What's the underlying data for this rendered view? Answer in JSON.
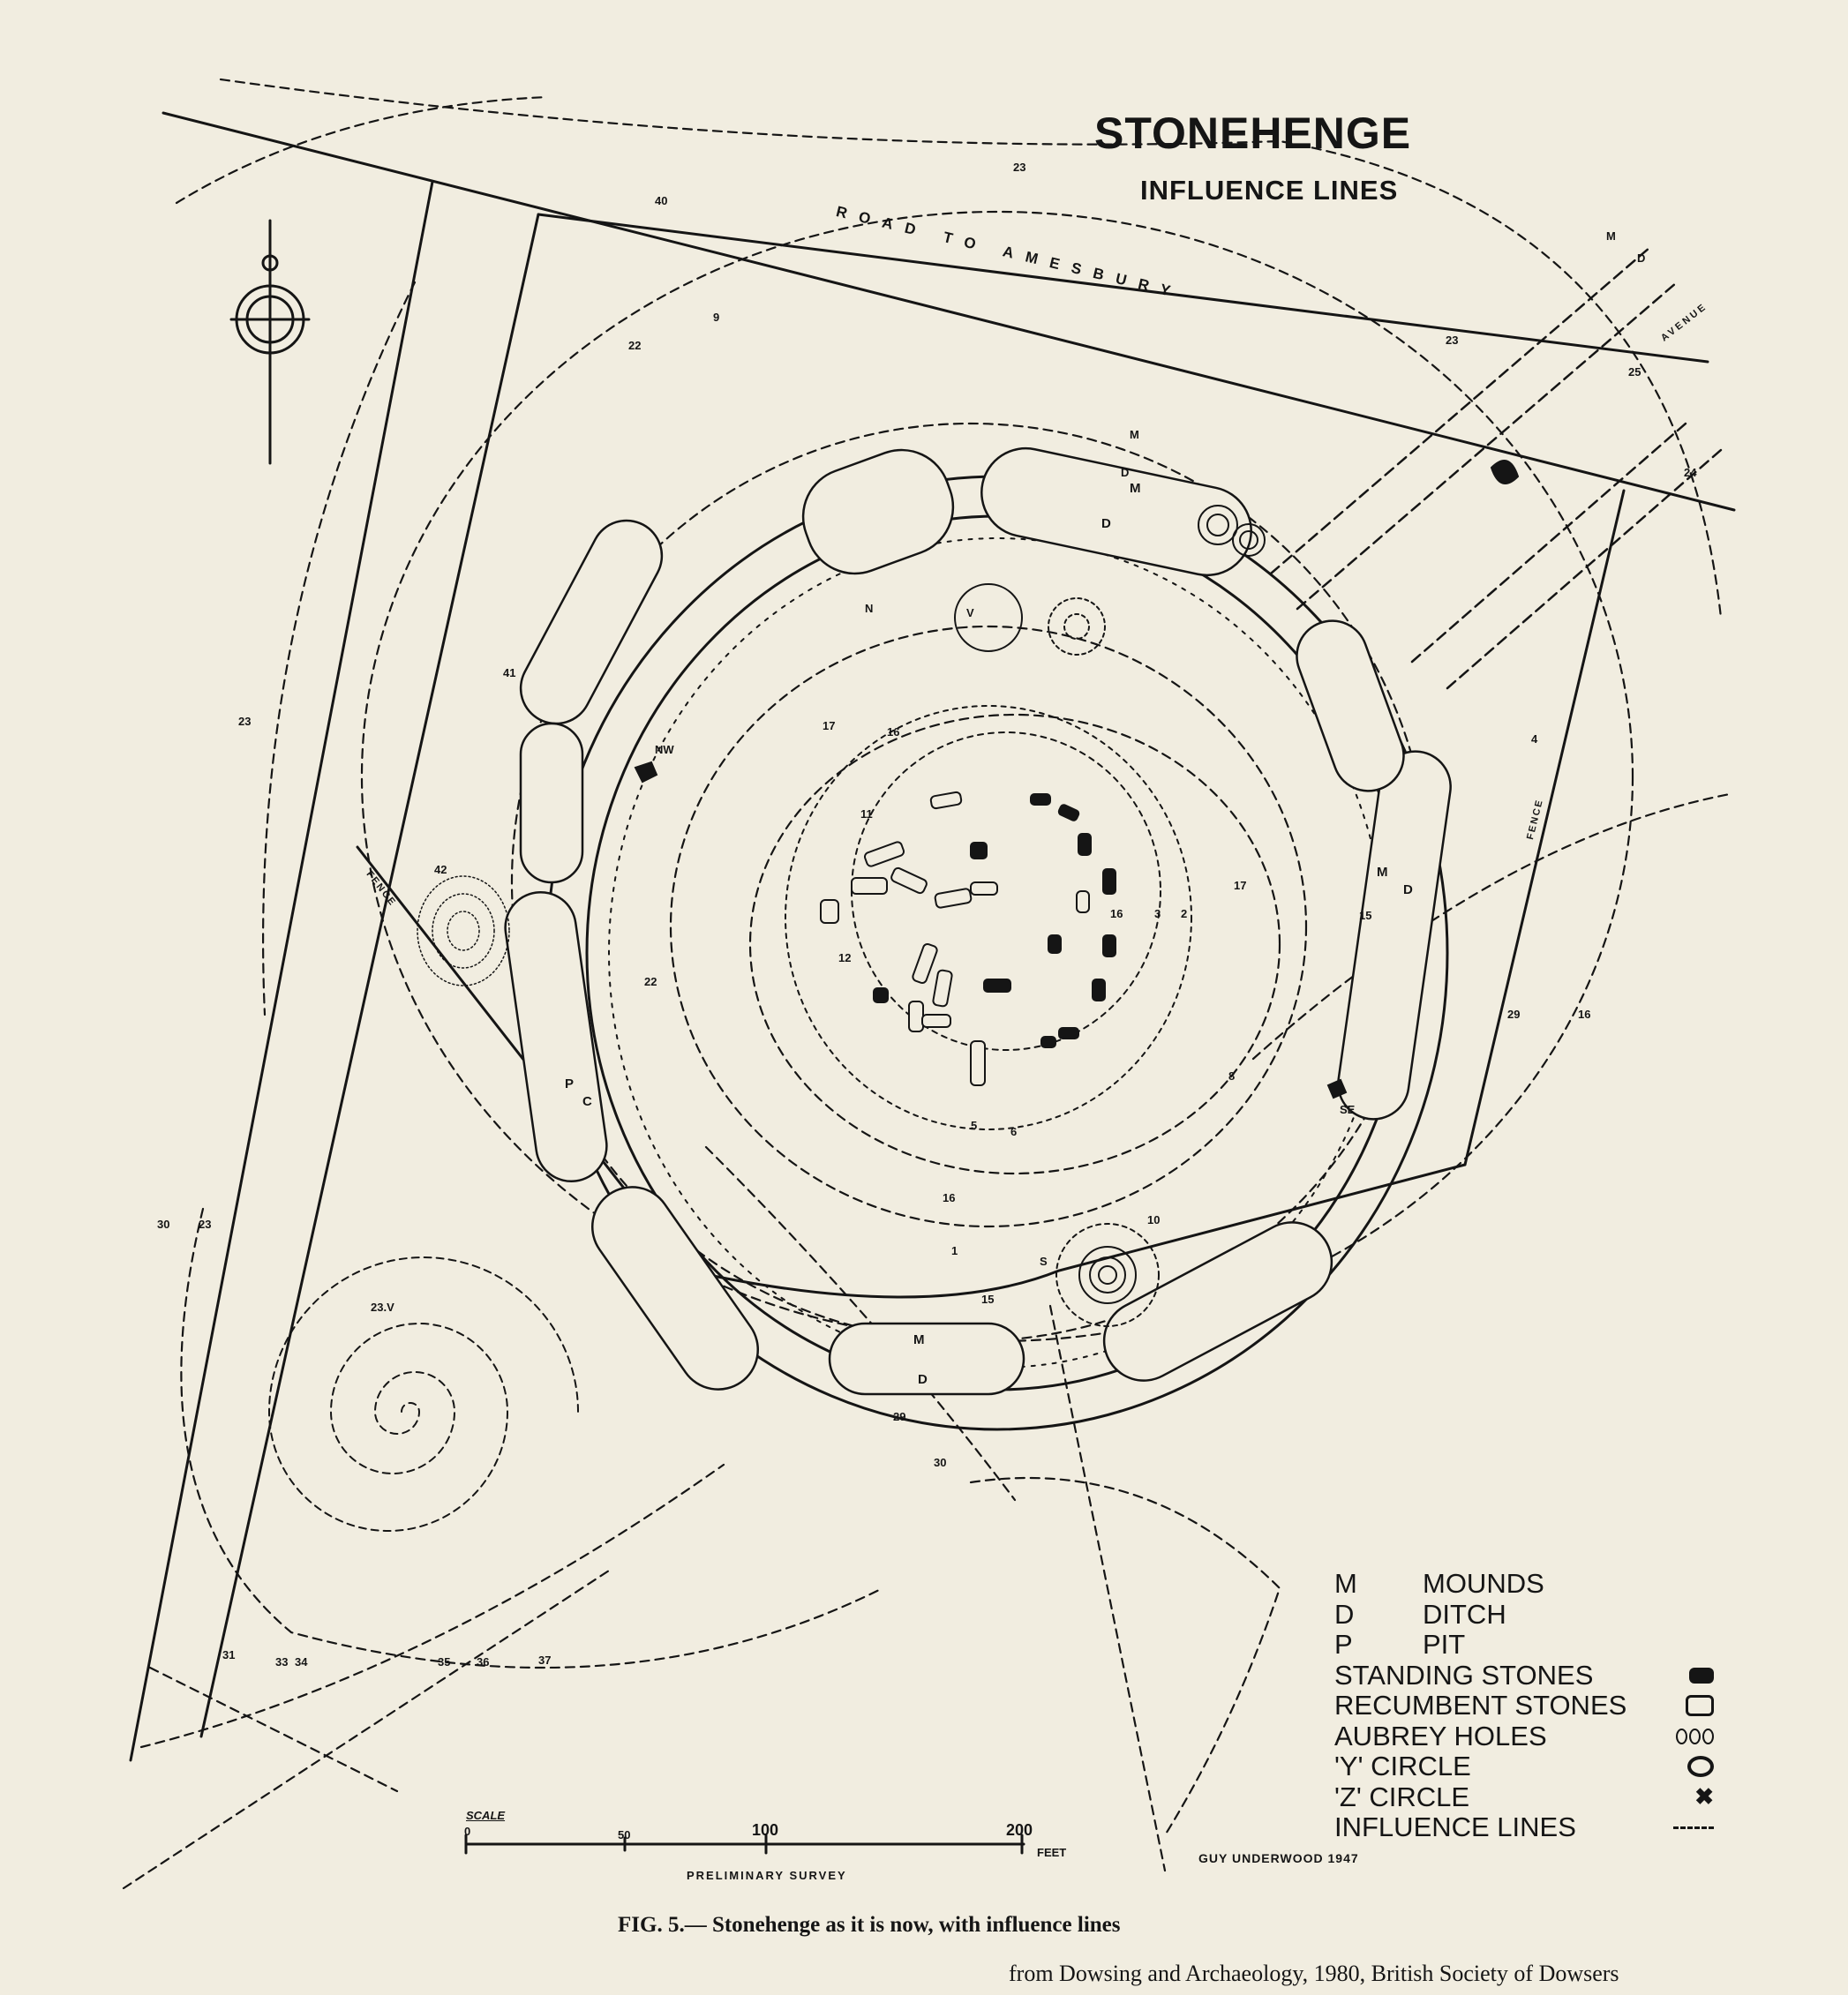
{
  "title": "STONEHENGE",
  "subtitle": "INFLUENCE LINES",
  "road_label": "ROAD TO AMESBURY",
  "avenue_label": "AVENUE",
  "fence_label": "FENCE",
  "compass": {
    "icon": "north-arrow-icon"
  },
  "legend": [
    {
      "code": "M",
      "label": "MOUNDS",
      "symbol": ""
    },
    {
      "code": "D",
      "label": "DITCH",
      "symbol": ""
    },
    {
      "code": "P",
      "label": "PIT",
      "symbol": ""
    },
    {
      "code": "",
      "label": "STANDING STONES",
      "symbol": "solid-stone-icon"
    },
    {
      "code": "",
      "label": "RECUMBENT STONES",
      "symbol": "outline-stone-icon"
    },
    {
      "code": "",
      "label": "AUBREY HOLES",
      "symbol": "aubrey-holes-icon"
    },
    {
      "code": "",
      "label": "'Y' CIRCLE",
      "symbol": "ring-icon"
    },
    {
      "code": "",
      "label": "'Z' CIRCLE",
      "symbol": "cross-icon"
    },
    {
      "code": "",
      "label": "INFLUENCE LINES",
      "symbol": "dashed-line-icon"
    }
  ],
  "scale": {
    "label": "SCALE",
    "ticks": [
      "0",
      "50",
      "100",
      "200"
    ],
    "unit": "FEET",
    "note": "PRELIMINARY SURVEY"
  },
  "author_note": "GUY UNDERWOOD 1947",
  "caption": "FIG. 5.— Stonehenge as it is now, with influence lines",
  "credit": "from Dowsing and Archaeology, 1980, British  Society of Dowsers",
  "line_numbers": [
    "40",
    "23",
    "22",
    "9",
    "41",
    "42",
    "23",
    "NW",
    "17",
    "16",
    "11",
    "12",
    "22",
    "16",
    "15",
    "17",
    "2",
    "3",
    "8",
    "16",
    "6",
    "5",
    "1",
    "15",
    "29",
    "16",
    "SE",
    "4",
    "10",
    "S",
    "30",
    "23",
    "23.V",
    "29",
    "30",
    "31",
    "33",
    "34",
    "35",
    "36",
    "37",
    "24",
    "25",
    "23",
    "M",
    "D",
    "M",
    "D",
    "V",
    "N"
  ],
  "stone_labels": [
    "M",
    "D",
    "M",
    "D",
    "M",
    "D",
    "P",
    "C"
  ]
}
